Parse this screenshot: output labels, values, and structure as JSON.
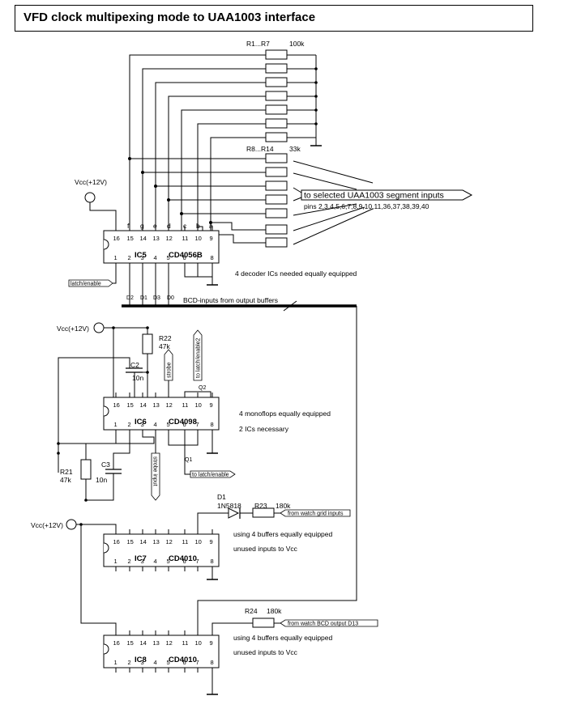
{
  "title": "VFD clock multipexing mode  to UAA1003 interface",
  "labels": {
    "r1_r7": "R1...R7",
    "r1_r7_val": "100k",
    "r8_r14": "R8...R14",
    "r8_r14_val": "33k",
    "segment_inputs": "to selected UAA1003 segment inputs",
    "pins_list": "pins 2,3,4,5,6,7,8,9,10,11,36,37,38,39,40",
    "vcc": "Vcc(+12V)",
    "decoder_note": "4 decoder ICs needed equally equipped",
    "latch_enable": "latch/enable",
    "bcd_inputs": "BCD-inputs from output buffers",
    "d2": "D2",
    "d1": "D1",
    "d3": "D3",
    "d0": "D0",
    "r22": "R22",
    "r22_val": "47k",
    "c2": "C2",
    "c2_val": "10n",
    "strobe": "strobe",
    "to_latch2": "to latch/enable2",
    "q2": "Q2",
    "q1": "Q1",
    "mono_note1": "4 monoflops equally equipped",
    "mono_note2": "2 ICs necessary",
    "to_latch": "to latch/enable",
    "r21": "R21",
    "r21_val": "47k",
    "c3": "C3",
    "c3_val": "10n",
    "strobe_input": "strobe input",
    "d1_diode": "D1",
    "diode_type": "1N5818",
    "r23": "R23",
    "r23_val": "180k",
    "from_grid": "from watch grid inputs",
    "buffers_note": "using 4  buffers equally equipped",
    "unused_note": "unused inputs to Vcc",
    "r24": "R24",
    "r24_val": "180k",
    "from_bcd": "from watch BCD output D13",
    "buffers_note2": "using 4 buffers equally equipped",
    "unused_note2": "unused inputs to Vcc"
  },
  "ics": {
    "ic5": {
      "name": "IC5",
      "type": "CD4056B"
    },
    "ic6": {
      "name": "IC6",
      "type": "CD4098"
    },
    "ic7": {
      "name": "IC7",
      "type": "CD4010"
    },
    "ic8": {
      "name": "IC8",
      "type": "CD4010"
    }
  },
  "pins_top": [
    "16",
    "15",
    "14",
    "13",
    "12",
    "11",
    "10",
    "9"
  ],
  "pins_bottom": [
    "1",
    "2",
    "3",
    "4",
    "5",
    "6",
    "7",
    "8"
  ],
  "seg_letters": [
    "f",
    "g",
    "e",
    "d",
    "c",
    "b",
    "a"
  ]
}
